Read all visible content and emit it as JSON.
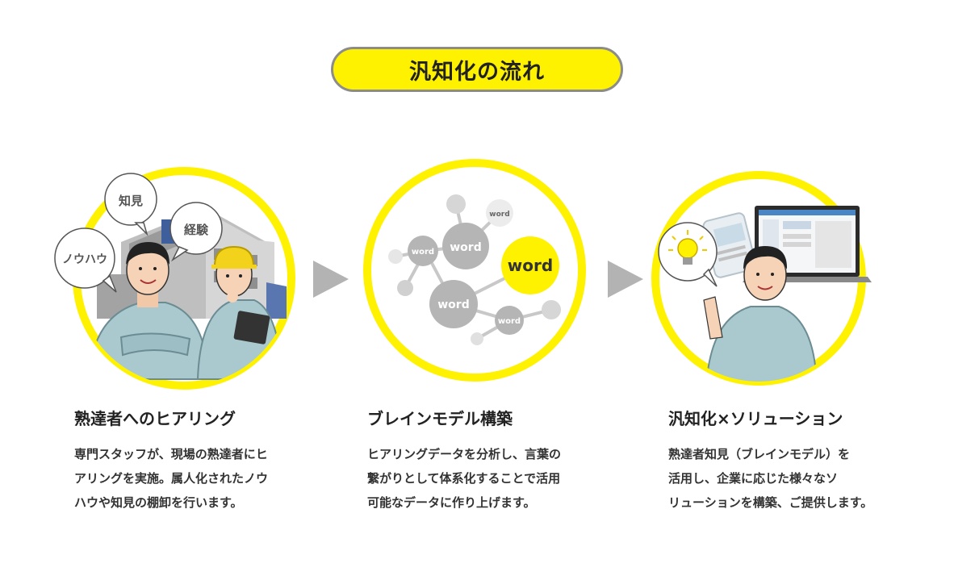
{
  "title": "汎知化の流れ",
  "colors": {
    "accent": "#fff200",
    "arrow": "#b3b3b3",
    "workwear": "#a9c9cf"
  },
  "step1": {
    "heading": "熟達者へのヒアリング",
    "lines": [
      "専門スタッフが、現場の熟達者にヒ",
      "アリングを実施。属人化されたノウ",
      "ハウや知見の棚卸を行います。"
    ],
    "bubbles": [
      "知見",
      "経験",
      "ノウハウ"
    ]
  },
  "step2": {
    "heading": "ブレインモデル構築",
    "lines": [
      "ヒアリングデータを分析し、言葉の",
      "繋がりとして体系化することで活用",
      "可能なデータに作り上げます。"
    ],
    "words": [
      "word",
      "word",
      "word",
      "word",
      "word",
      "word"
    ]
  },
  "step3": {
    "heading": "汎知化×ソリューション",
    "lines": [
      "熟達者知見（ブレインモデル）を",
      "活用し、企業に応じた様々なソ",
      "リューションを構築、ご提供します。"
    ]
  },
  "icons": [
    "lightbulb-icon",
    "tablet-icon",
    "laptop-icon",
    "clipboard-icon",
    "hard-hat-icon"
  ]
}
